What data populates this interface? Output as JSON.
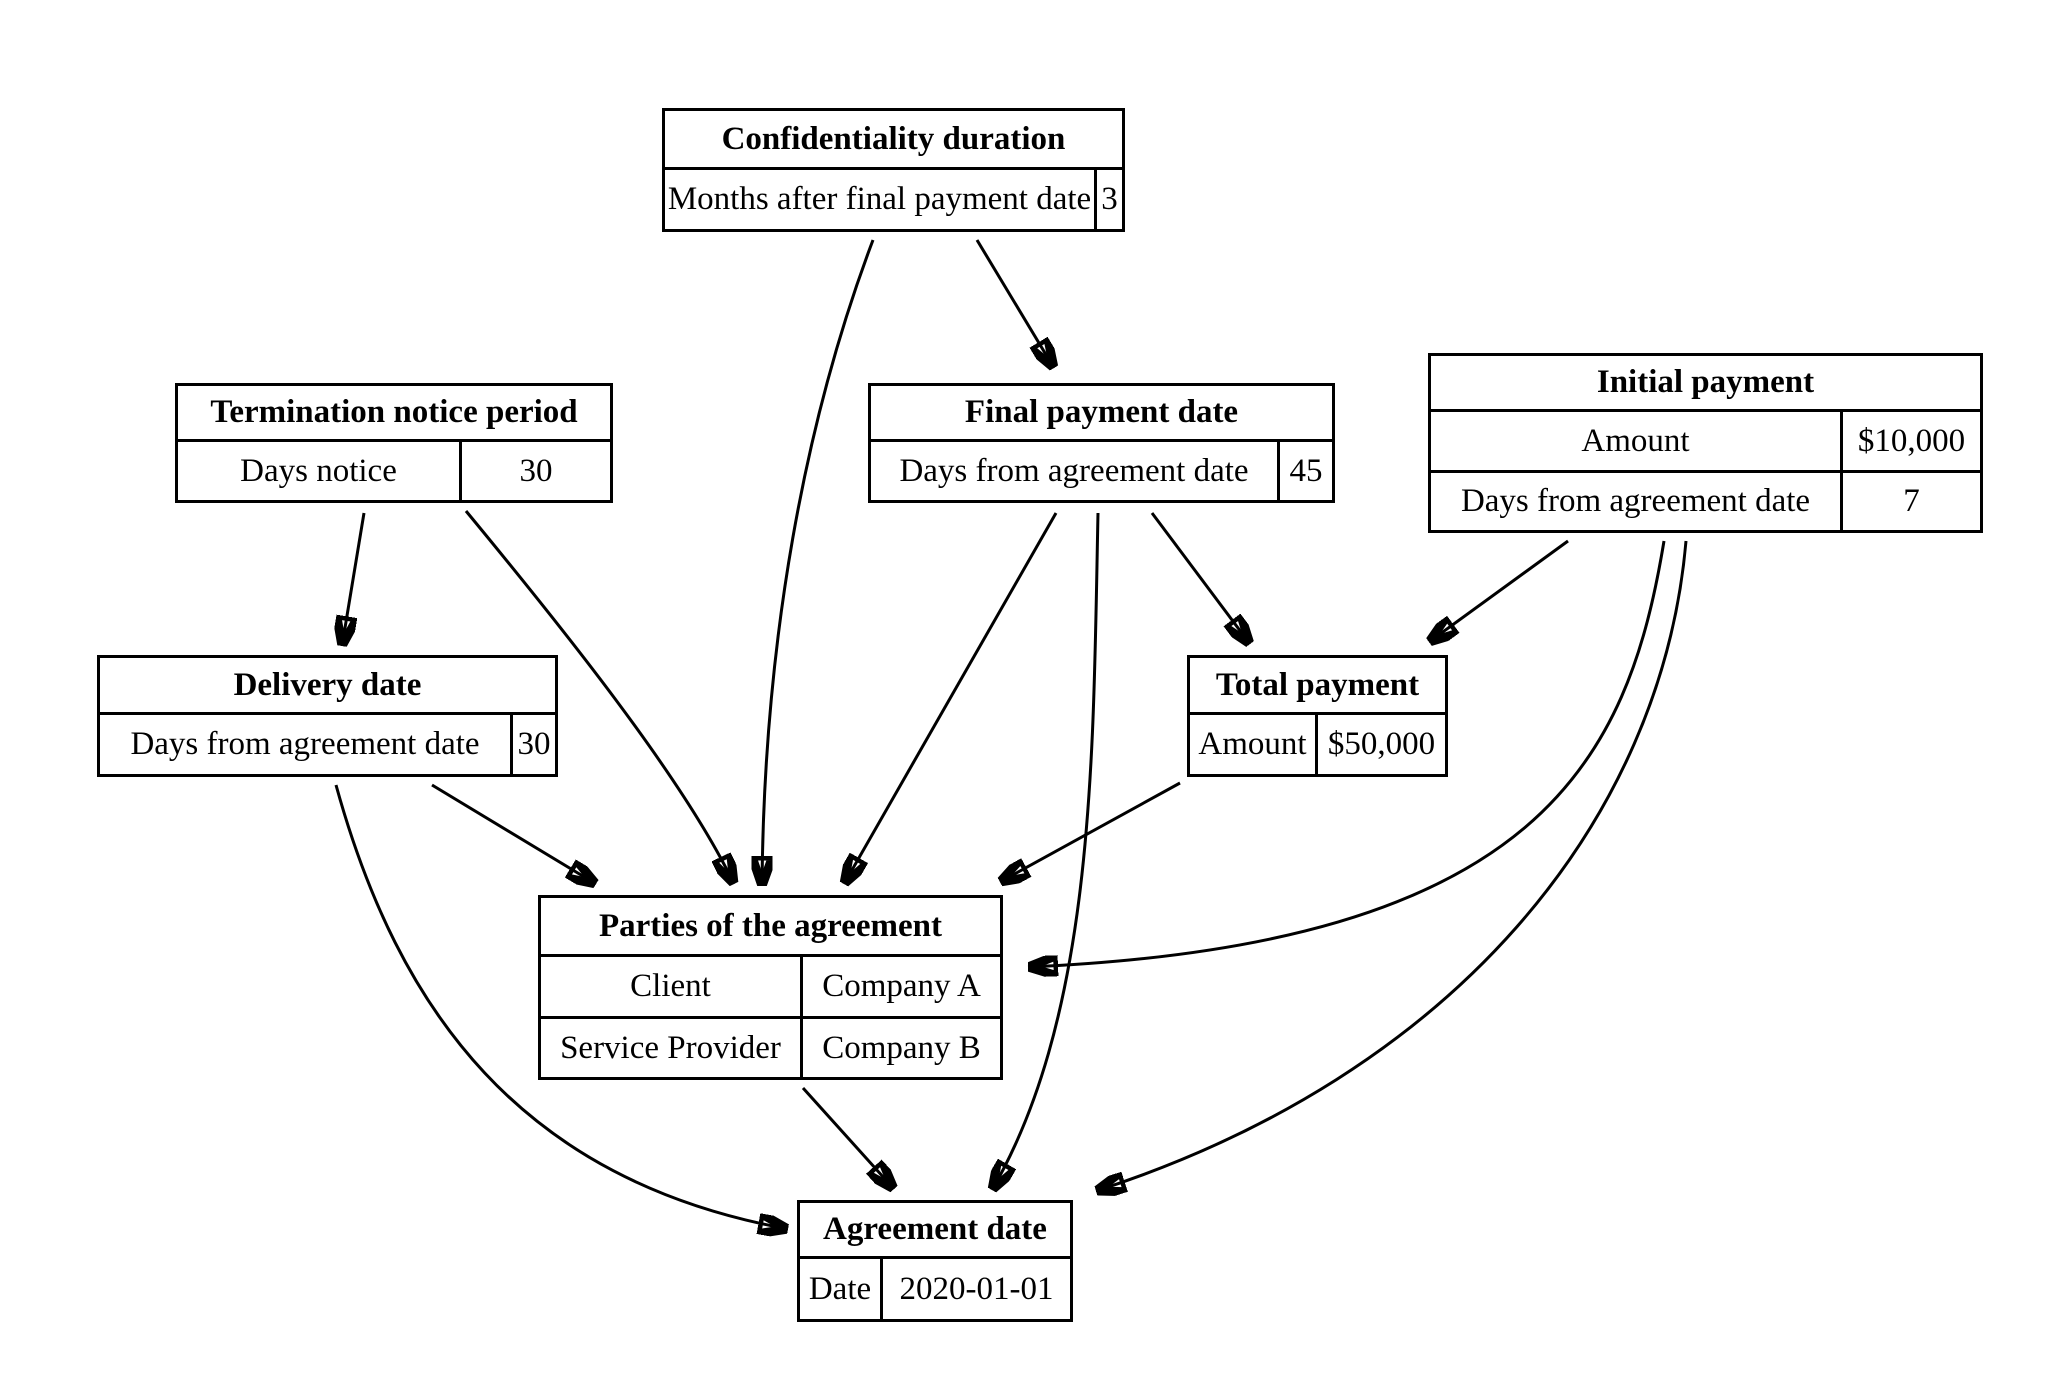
{
  "diagram": {
    "colors": {
      "background": "#ffffff",
      "node_fill": "#ffffff",
      "line": "#000000",
      "text": "#000000"
    },
    "nodes": {
      "confidentiality_duration": {
        "title": "Confidentiality duration",
        "rows": [
          {
            "label": "Months after final payment date",
            "value": "3"
          }
        ]
      },
      "termination_notice_period": {
        "title": "Termination notice period",
        "rows": [
          {
            "label": "Days notice",
            "value": "30"
          }
        ]
      },
      "final_payment_date": {
        "title": "Final payment date",
        "rows": [
          {
            "label": "Days from agreement date",
            "value": "45"
          }
        ]
      },
      "initial_payment": {
        "title": "Initial payment",
        "rows": [
          {
            "label": "Amount",
            "value": "$10,000"
          },
          {
            "label": "Days from agreement date",
            "value": "7"
          }
        ]
      },
      "delivery_date": {
        "title": "Delivery date",
        "rows": [
          {
            "label": "Days from agreement date",
            "value": "30"
          }
        ]
      },
      "total_payment": {
        "title": "Total payment",
        "rows": [
          {
            "label": "Amount",
            "value": "$50,000"
          }
        ]
      },
      "parties": {
        "title": "Parties of the agreement",
        "rows": [
          {
            "label": "Client",
            "value": "Company A"
          },
          {
            "label": "Service Provider",
            "value": "Company B"
          }
        ]
      },
      "agreement_date": {
        "title": "Agreement date",
        "rows": [
          {
            "label": "Date",
            "value": "2020-01-01"
          }
        ]
      }
    },
    "edges": [
      {
        "from": "confidentiality_duration",
        "to": "final_payment_date"
      },
      {
        "from": "confidentiality_duration",
        "to": "parties"
      },
      {
        "from": "termination_notice_period",
        "to": "delivery_date"
      },
      {
        "from": "termination_notice_period",
        "to": "parties"
      },
      {
        "from": "final_payment_date",
        "to": "total_payment"
      },
      {
        "from": "final_payment_date",
        "to": "parties"
      },
      {
        "from": "final_payment_date",
        "to": "agreement_date"
      },
      {
        "from": "initial_payment",
        "to": "total_payment"
      },
      {
        "from": "initial_payment",
        "to": "parties"
      },
      {
        "from": "initial_payment",
        "to": "agreement_date"
      },
      {
        "from": "delivery_date",
        "to": "parties"
      },
      {
        "from": "delivery_date",
        "to": "agreement_date"
      },
      {
        "from": "total_payment",
        "to": "parties"
      },
      {
        "from": "parties",
        "to": "agreement_date"
      }
    ]
  }
}
